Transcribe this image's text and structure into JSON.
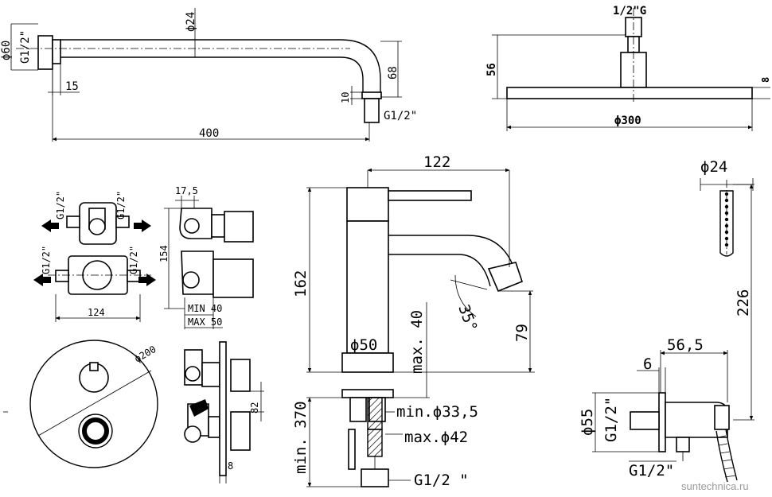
{
  "shower_arm": {
    "dia_flange": "ϕ60",
    "thread_left": "G1/2\"",
    "dia_pipe": "ϕ24",
    "offset_15": "15",
    "drop_68": "68",
    "nut_10": "10",
    "thread_outlet": "G1/2\"",
    "length_400": "400"
  },
  "shower_head": {
    "thread": "1/2\"G",
    "height": "56",
    "thickness": "8",
    "diameter": "ϕ300"
  },
  "mixer_body": {
    "top_left_thread": "G1/2\"",
    "top_right_thread": "G1/2\"",
    "mid_left_thread": "G1/2\"",
    "mid_right_thread": "G1/2\"",
    "width": "124"
  },
  "mixer_side": {
    "depth_top": "17,5",
    "height": "154",
    "min_depth": "MIN 40",
    "max_depth": "MAX 50"
  },
  "cover_plate": {
    "diameter": "ϕ200",
    "spacing": "82",
    "thickness": "8"
  },
  "basin_tap": {
    "spout_reach": "122",
    "height": "162",
    "body_dia": "ϕ50",
    "max_deck": "max. 40",
    "spout_height": "79",
    "spout_angle": "35°",
    "hose_length": "min. 370",
    "hole_min": "min.ϕ33,5",
    "hole_max": "max.ϕ42",
    "hose_thread": "G1/2 \""
  },
  "hand_shower": {
    "dia": "ϕ24",
    "length": "226",
    "reach": "56,5",
    "flange_depth": "6",
    "flange_dia": "ϕ55",
    "thread_wall": "G1/2\"",
    "thread_hose": "G1/2\""
  },
  "watermark": "suntechnica.ru"
}
